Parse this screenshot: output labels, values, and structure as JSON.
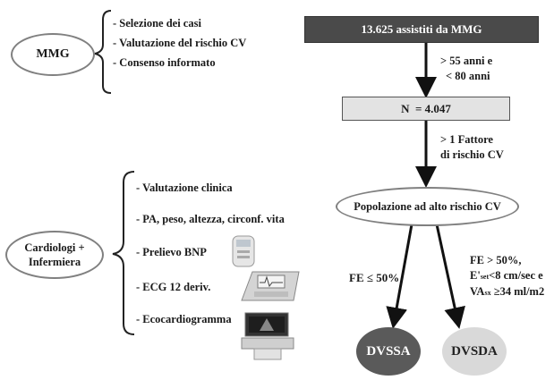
{
  "mmg": {
    "label": "MMG",
    "items": [
      "Selezione dei casi",
      "Valutazione del rischio CV",
      "Consenso informato"
    ]
  },
  "flow": {
    "total": "13.625 assistiti da MMG",
    "age_criteria": [
      "> 55 anni e",
      "< 80 anni"
    ],
    "n_box": "N  = 4.047",
    "risk_criteria": [
      "> 1 Fattore",
      "di rischio CV"
    ],
    "population": "Popolazione ad alto rischio CV",
    "branch_left": "FE ≤ 50%",
    "branch_right": {
      "line1": "FE > 50%,",
      "line2_main": "E'",
      "line2_sub": "set",
      "line2_rest": "<8 cm/sec e",
      "line3_main": "VA",
      "line3_sub": "sx",
      "line3_rest": " ≥34 ml/m2"
    },
    "result_left": "DVSSA",
    "result_right": "DVSDA"
  },
  "cardio": {
    "label_line1": "Cardiologi +",
    "label_line2": "Infermiera",
    "items": [
      "Valutazione clinica",
      "PA, peso, altezza, circonf. vita",
      "Prelievo BNP",
      "ECG 12 deriv.",
      "Ecocardiogramma"
    ]
  },
  "images": [
    "bnp-device-icon",
    "ecg-machine-icon",
    "echocardiograph-icon"
  ],
  "colors": {
    "dark_box": "#4a4a4a",
    "light_box": "#e3e3e3",
    "dvssa": "#5a5a5a",
    "dvsda": "#d9d9d9",
    "ellipse_border": "#808080"
  }
}
